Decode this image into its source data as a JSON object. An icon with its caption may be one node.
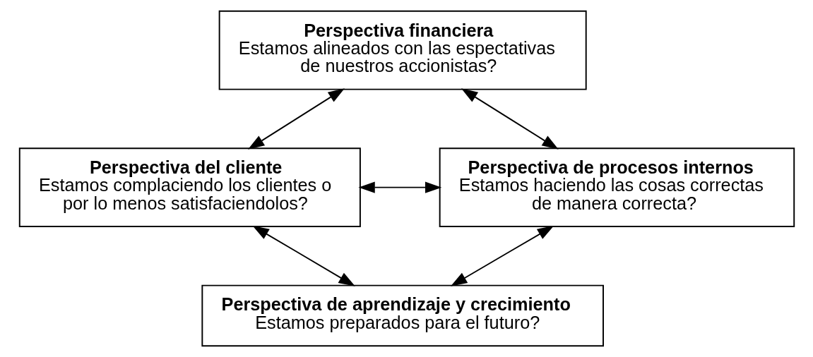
{
  "diagram": {
    "nodes": [
      {
        "text": [
          "Perspectiva financiera",
          "Estamos alineados con las espectativas de nuestros accionistas?"
        ]
      },
      {
        "text": [
          "Perspectiva del cliente",
          "Estamos complaciendo los clientes o por lo menos satisfaciendolos?"
        ]
      },
      {
        "text": [
          "Perspectiva de procesos internos",
          "Estamos haciendo las cosas correctas de manera correcta?"
        ]
      },
      {
        "text": [
          "Perspectiva de aprendizaje y crecimiento",
          "Estamos preparados para el futuro?"
        ]
      }
    ],
    "edges": [
      {
        "from": 0,
        "to": 1,
        "arrow": "both"
      },
      {
        "from": 0,
        "to": 2,
        "arrow": "both"
      },
      {
        "from": 1,
        "to": 2,
        "arrow": "both"
      },
      {
        "from": 1,
        "to": 3,
        "arrow": "both"
      },
      {
        "from": 2,
        "to": 3,
        "arrow": "both"
      }
    ]
  }
}
